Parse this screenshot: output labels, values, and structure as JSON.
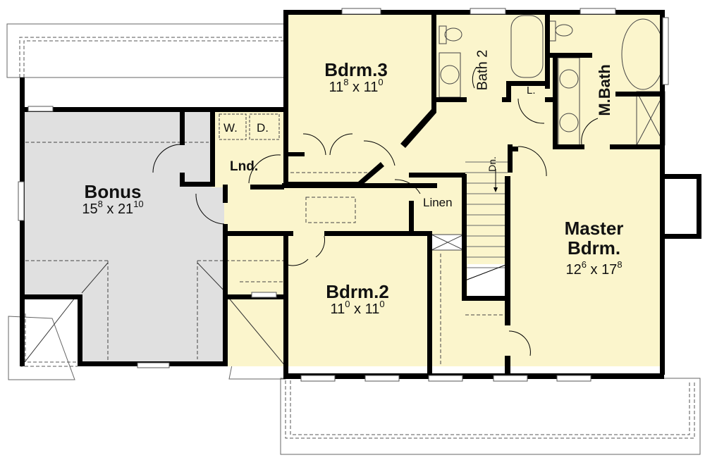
{
  "plan": {
    "colors": {
      "living": "#fbf5cc",
      "bonus": "#e0e0e0",
      "wall": "#000000",
      "background": "#ffffff"
    },
    "rooms": [
      {
        "id": "bonus",
        "name": "Bonus",
        "dim_w": "15",
        "dim_w_in": "8",
        "dim_h": "21",
        "dim_h_in": "10"
      },
      {
        "id": "bdrm3",
        "name": "Bdrm.3",
        "dim_w": "11",
        "dim_w_in": "8",
        "dim_h": "11",
        "dim_h_in": "0"
      },
      {
        "id": "bdrm2",
        "name": "Bdrm.2",
        "dim_w": "11",
        "dim_w_in": "0",
        "dim_h": "11",
        "dim_h_in": "0"
      },
      {
        "id": "master",
        "name_line1": "Master",
        "name_line2": "Bdrm.",
        "dim_w": "12",
        "dim_w_in": "6",
        "dim_h": "17",
        "dim_h_in": "8"
      }
    ],
    "labels": {
      "bath2": "Bath 2",
      "mbath": "M.Bath",
      "laundry": "Lnd.",
      "washer": "W.",
      "dryer": "D.",
      "linen": "Linen",
      "linen_closet": "L.",
      "stairs_down": "Dn.",
      "dim_separator": "x"
    }
  }
}
